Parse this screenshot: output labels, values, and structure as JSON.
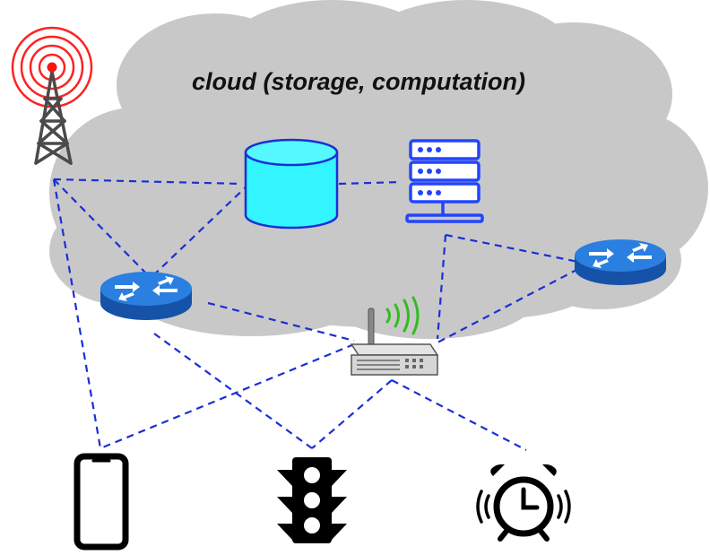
{
  "cloud": {
    "label": "cloud (storage, computation)",
    "fill": "#c8c8c8"
  },
  "colors": {
    "link": "#1a2fd6",
    "storage": "#33f5ff",
    "server": "#2244ff",
    "router": "#1f6fd0",
    "tower": "#ff2222",
    "wifi": "#33bb22"
  },
  "nodes": [
    {
      "id": "cell-tower",
      "icon": "cell-tower-icon"
    },
    {
      "id": "storage",
      "icon": "database-icon"
    },
    {
      "id": "server",
      "icon": "server-icon"
    },
    {
      "id": "router-left",
      "icon": "router-icon"
    },
    {
      "id": "router-right",
      "icon": "router-icon"
    },
    {
      "id": "access-point",
      "icon": "wifi-access-point-icon"
    },
    {
      "id": "smartphone",
      "icon": "smartphone-icon"
    },
    {
      "id": "traffic-light",
      "icon": "traffic-light-icon"
    },
    {
      "id": "alarm-clock",
      "icon": "alarm-clock-icon"
    }
  ],
  "links": [
    [
      "cell-tower",
      "storage"
    ],
    [
      "cell-tower",
      "router-left"
    ],
    [
      "cell-tower",
      "smartphone"
    ],
    [
      "storage",
      "server"
    ],
    [
      "storage",
      "router-left"
    ],
    [
      "server",
      "router-right"
    ],
    [
      "server",
      "access-point"
    ],
    [
      "router-right",
      "access-point"
    ],
    [
      "router-left",
      "access-point"
    ],
    [
      "router-left",
      "traffic-light"
    ],
    [
      "access-point",
      "smartphone"
    ],
    [
      "access-point",
      "traffic-light"
    ],
    [
      "access-point",
      "alarm-clock"
    ]
  ]
}
